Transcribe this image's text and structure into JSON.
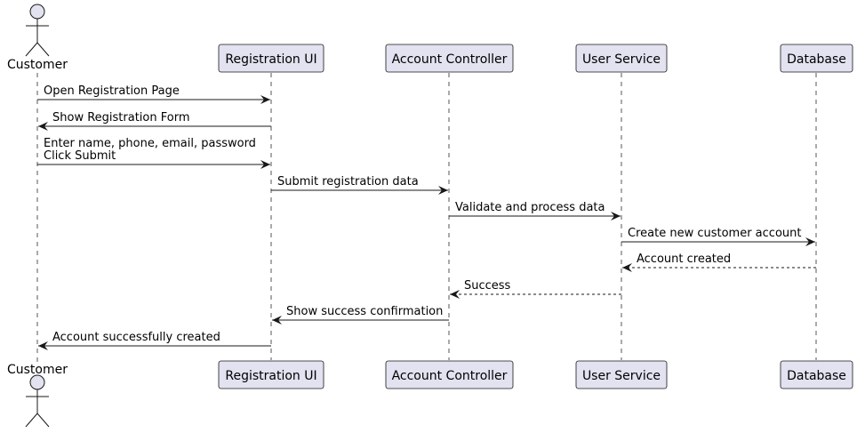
{
  "diagram": {
    "colors": {
      "participant_fill": "#e2e2f0",
      "participant_stroke": "#181818",
      "lifeline": "#555555",
      "arrow": "#181818"
    },
    "actor": {
      "id": "customer",
      "label": "Customer"
    },
    "participants": [
      {
        "id": "ui",
        "label": "Registration UI"
      },
      {
        "id": "controller",
        "label": "Account Controller"
      },
      {
        "id": "service",
        "label": "User Service"
      },
      {
        "id": "db",
        "label": "Database"
      }
    ],
    "messages": [
      {
        "from": "customer",
        "to": "ui",
        "lines": [
          "Open Registration Page"
        ],
        "style": "solid"
      },
      {
        "from": "ui",
        "to": "customer",
        "lines": [
          "Show Registration Form"
        ],
        "style": "solid"
      },
      {
        "from": "customer",
        "to": "ui",
        "lines": [
          "Enter name, phone, email, password",
          "Click Submit"
        ],
        "style": "solid"
      },
      {
        "from": "ui",
        "to": "controller",
        "lines": [
          "Submit registration data"
        ],
        "style": "solid"
      },
      {
        "from": "controller",
        "to": "service",
        "lines": [
          "Validate and process data"
        ],
        "style": "solid"
      },
      {
        "from": "service",
        "to": "db",
        "lines": [
          "Create new customer account"
        ],
        "style": "solid"
      },
      {
        "from": "db",
        "to": "service",
        "lines": [
          "Account created"
        ],
        "style": "dashed"
      },
      {
        "from": "service",
        "to": "controller",
        "lines": [
          "Success"
        ],
        "style": "dashed"
      },
      {
        "from": "controller",
        "to": "ui",
        "lines": [
          "Show success confirmation"
        ],
        "style": "solid"
      },
      {
        "from": "ui",
        "to": "customer",
        "lines": [
          "Account successfully created"
        ],
        "style": "solid"
      }
    ]
  }
}
